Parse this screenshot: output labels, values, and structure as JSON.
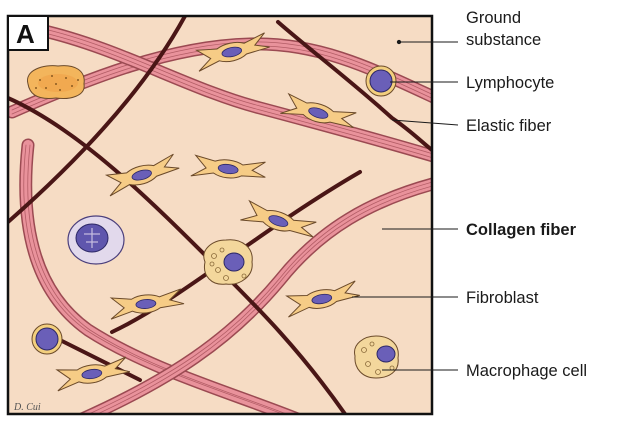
{
  "figure": {
    "panel_letter": "A",
    "signature": "D. Cui",
    "colors": {
      "background": "#f6dcc4",
      "collagen": "#e9929b",
      "elastic": "#4a1616",
      "fibroblast": "#f6cc86",
      "nucleus": "#6a5fb8",
      "lymphocyte_ring": "#f3cf7e",
      "macrophage": "#f3d79c"
    },
    "labels": [
      {
        "id": "ground-substance",
        "lines": [
          "Ground",
          "substance"
        ],
        "bold": false
      },
      {
        "id": "lymphocyte",
        "lines": [
          "Lymphocyte"
        ],
        "bold": false
      },
      {
        "id": "elastic-fiber",
        "lines": [
          "Elastic fiber"
        ],
        "bold": false
      },
      {
        "id": "collagen-fiber",
        "lines": [
          "Collagen fiber"
        ],
        "bold": true
      },
      {
        "id": "fibroblast",
        "lines": [
          "Fibroblast"
        ],
        "bold": false
      },
      {
        "id": "macrophage-cell",
        "lines": [
          "Macrophage cell"
        ],
        "bold": false
      }
    ]
  }
}
